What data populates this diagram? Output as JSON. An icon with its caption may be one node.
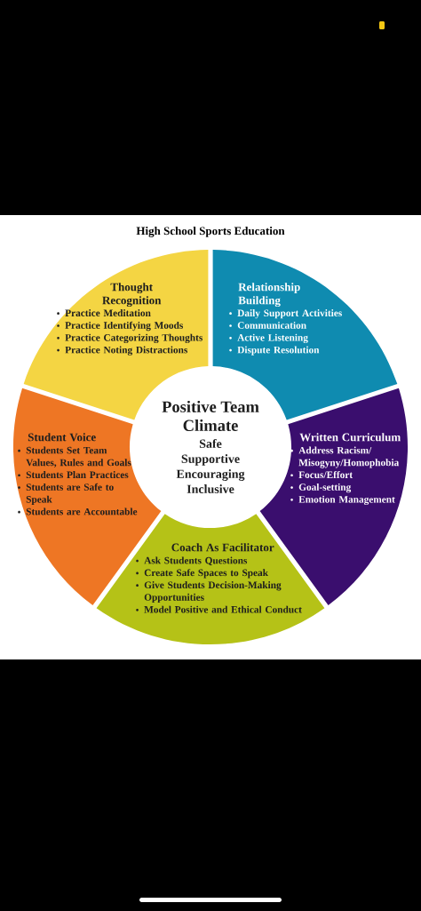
{
  "diagram": {
    "title": "High School Sports Education",
    "nodes": [
      {
        "text": [
          "Positive Team Climate",
          "Safe Supportive Encouraging Inclusive"
        ]
      },
      {
        "text": [
          "Thought Recognition",
          "Practice Meditation",
          "Practice Identifying Moods",
          "Practice Categorizing Thoughts",
          "Practice Noting Distractions"
        ]
      },
      {
        "text": [
          "Relationship Building",
          "Daily Support Activities",
          "Communication",
          "Active Listening",
          "Dispute Resolution"
        ]
      },
      {
        "text": [
          "Student Voice",
          "Students Set Team Values, Rules and Goals",
          "Students Plan Practices",
          "Students are Safe to Speak",
          "Students are Accountable"
        ]
      },
      {
        "text": [
          "Written Curriculum",
          "Address Racism/ Misogyny/Homophobia",
          "Focus/Effort",
          "Goal-setting",
          "Emotion Management"
        ]
      },
      {
        "text": [
          "Coach As Facilitator",
          "Ask Students Questions",
          "Create Safe Spaces to Speak",
          "Give Students Decision-Making Opportunities",
          "Model Positive and Ethical Conduct"
        ]
      }
    ]
  }
}
